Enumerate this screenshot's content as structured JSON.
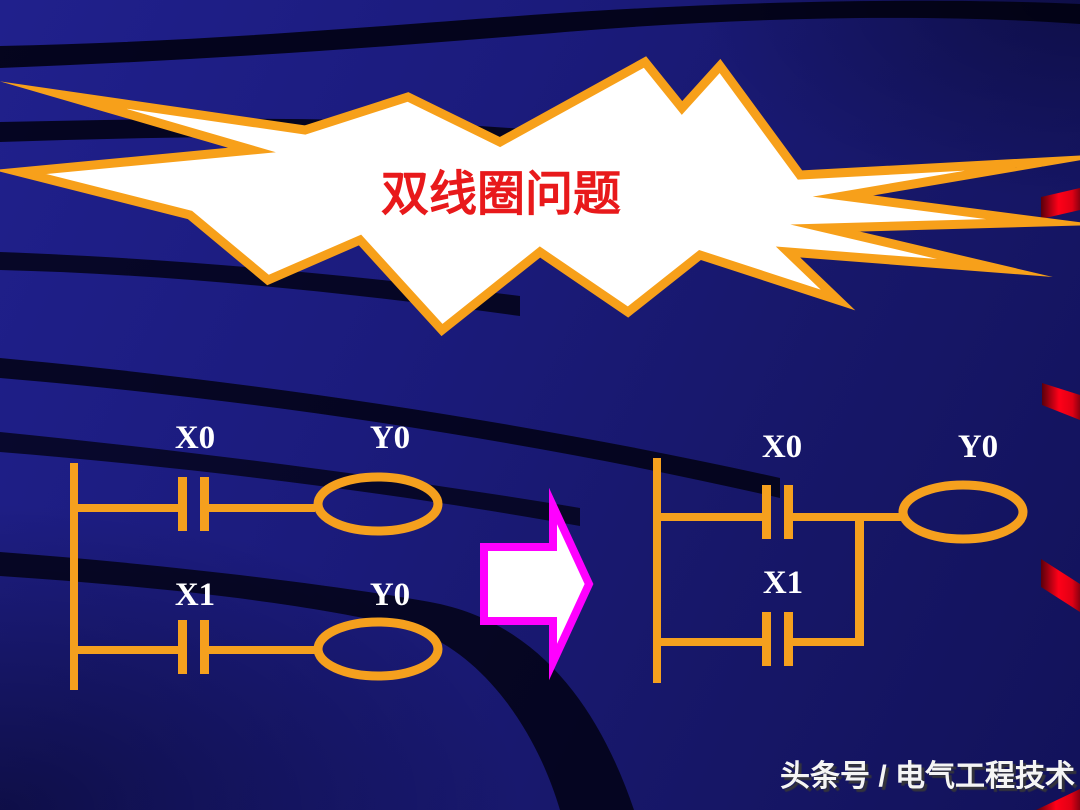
{
  "slide": {
    "title": "双线圈问题",
    "watermark": "头条号 / 电气工程技术"
  },
  "colors": {
    "background_navy": "#1B1B7C",
    "swoosh_black": "#01010F",
    "ladder_orange": "#F5A01E",
    "starburst_border_orange": "#F7A01A",
    "starburst_fill": "#FFFFFF",
    "title_red": "#E8191B",
    "arrow_outline_magenta": "#FF00FF",
    "arrow_fill": "#FFFFFF",
    "label_white": "#FFFFFF",
    "edge_accent_red": "#FF0018"
  },
  "ladder_left": {
    "rungs": [
      {
        "contact_label": "X0",
        "coil_label": "Y0"
      },
      {
        "contact_label": "X1",
        "coil_label": "Y0"
      }
    ]
  },
  "ladder_right": {
    "parallel_contacts": [
      {
        "label": "X0"
      },
      {
        "label": "X1"
      }
    ],
    "coil_label": "Y0"
  }
}
